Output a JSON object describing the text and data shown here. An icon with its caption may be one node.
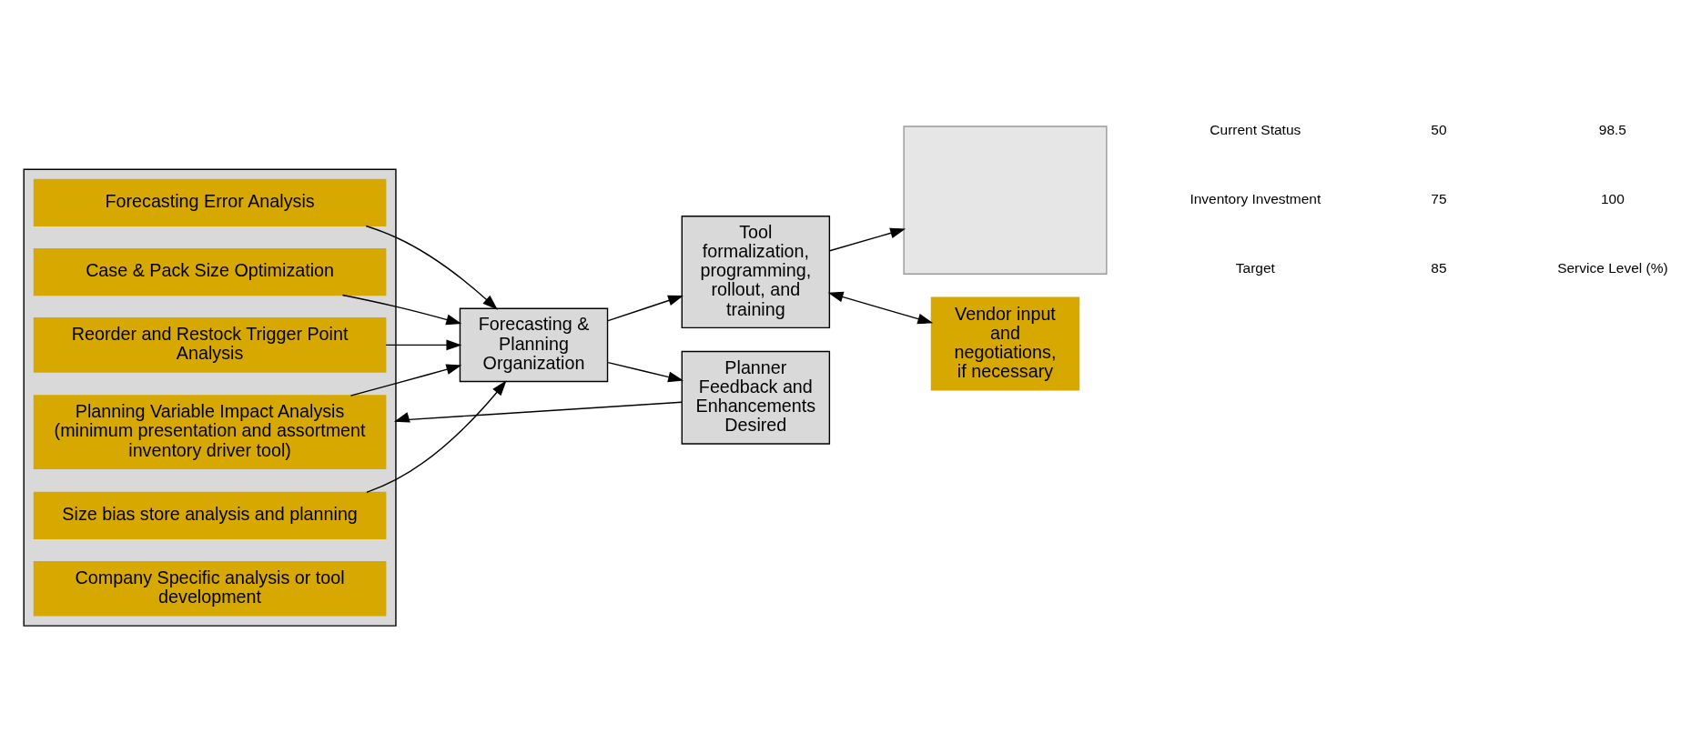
{
  "diagram": {
    "nodes": [
      {
        "text": [],
        "shape": "box"
      },
      {
        "text": [
          "Forecasting Error Analysis"
        ],
        "in": 0
      },
      {
        "text": [
          "Case & Pack Size Optimization"
        ],
        "in": 0
      },
      {
        "text": [
          "Reorder and Restock Trigger Point Analysis"
        ],
        "in": 0
      },
      {
        "text": [
          "Planning Variable Impact Analysis (minimum presentation and assortment inventory driver tool)"
        ],
        "in": 0
      },
      {
        "text": [
          "Size bias store analysis and planning"
        ],
        "in": 0
      },
      {
        "text": [
          "Company Specific analysis or tool development"
        ],
        "in": 0
      },
      {
        "text": [
          "Forecasting & Planning Organization"
        ]
      },
      {
        "text": [
          "Tool formalization, programming, rollout, and training"
        ]
      },
      {
        "text": [],
        "shape": "box"
      },
      {
        "text": [
          "Planner Feedback and Enhancements Desired"
        ]
      },
      {
        "text": [
          "Vendor input and negotiations, if necessary"
        ]
      }
    ],
    "edges": [
      {
        "from": 1,
        "to": 7,
        "arrow": "to"
      },
      {
        "from": 2,
        "to": 7,
        "arrow": "to"
      },
      {
        "from": 3,
        "to": 7,
        "arrow": "to"
      },
      {
        "from": 4,
        "to": 7,
        "arrow": "to"
      },
      {
        "from": 5,
        "to": 7,
        "arrow": "to"
      },
      {
        "from": 7,
        "to": 8,
        "arrow": "to"
      },
      {
        "from": 8,
        "to": 9,
        "arrow": "to"
      },
      {
        "from": 7,
        "to": 10,
        "arrow": "to"
      },
      {
        "from": 10,
        "to": 0,
        "arrow": "to"
      },
      {
        "from": 8,
        "to": 11,
        "arrow": "both"
      }
    ],
    "labels": [
      "Current Status",
      "Inventory Investment",
      "Target",
      "50",
      "75",
      "85",
      "98.5",
      "100",
      "Service Level (%)"
    ]
  }
}
